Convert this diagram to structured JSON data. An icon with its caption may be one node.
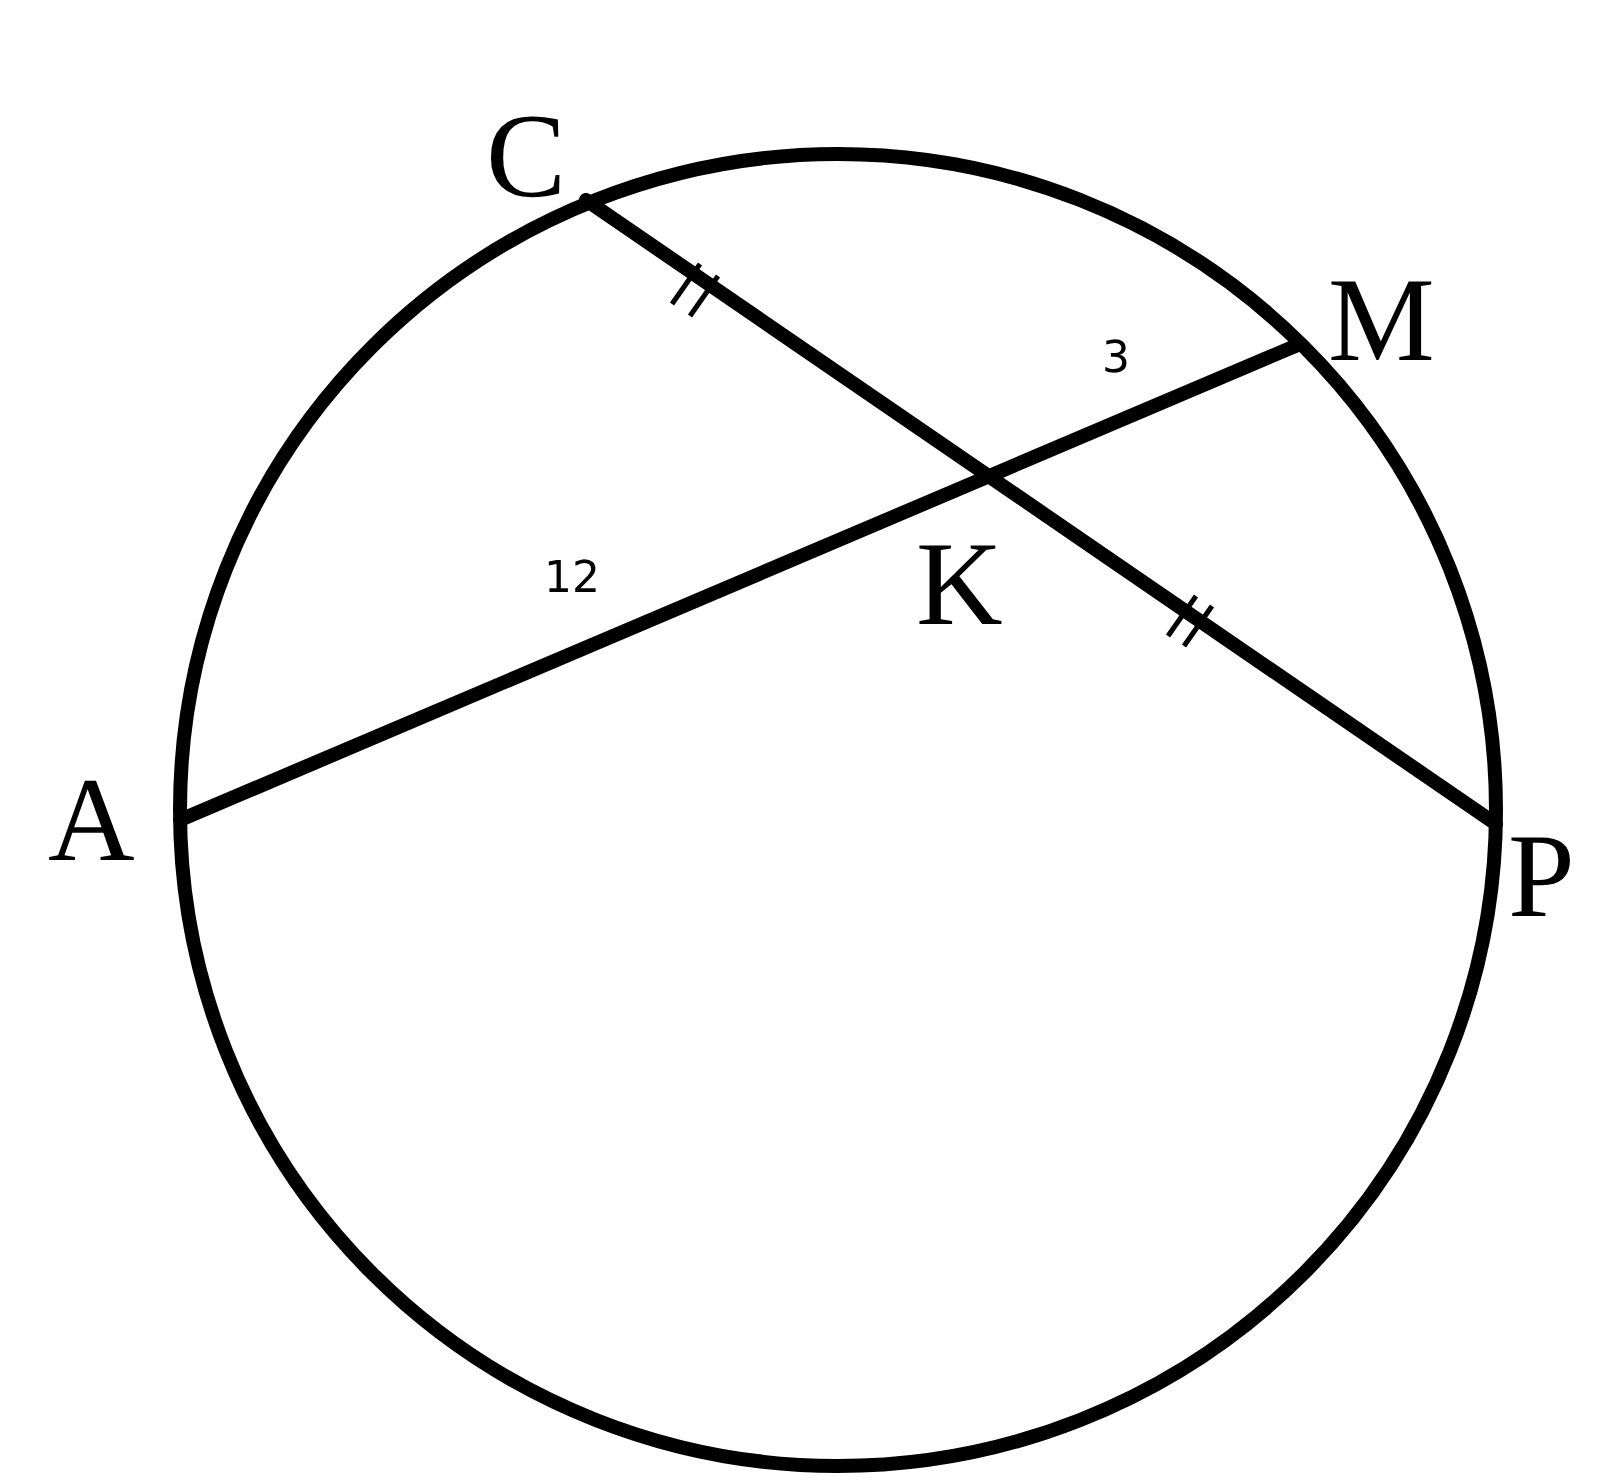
{
  "diagram": {
    "labels": [
      "C",
      "M",
      "K",
      "A",
      "P",
      "12",
      "3"
    ]
  }
}
